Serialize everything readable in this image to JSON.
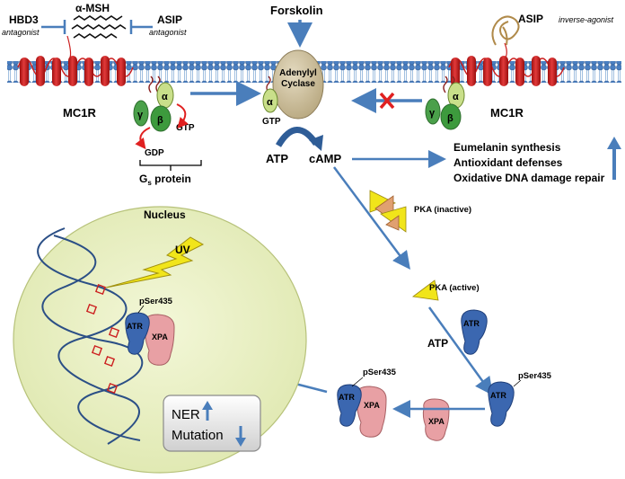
{
  "ligands": {
    "hbd3": "HBD3",
    "hbd3_role": "antagonist",
    "alpha_msh": "α-MSH",
    "asip_left": "ASIP",
    "asip_left_role": "antagonist",
    "asip_right": "ASIP",
    "asip_right_role": "inverse-agonist"
  },
  "membrane": {
    "forskolin": "Forskolin",
    "adenylyl_cyclase_line1": "Adenylyl",
    "adenylyl_cyclase_line2": "Cyclase",
    "mc1r_left": "MC1R",
    "mc1r_right": "MC1R",
    "alpha_left": "α",
    "beta_left": "β",
    "gamma_left": "γ",
    "alpha_ac": "α",
    "alpha_right": "α",
    "beta_right": "β",
    "gamma_right": "γ",
    "gtp_left": "GTP",
    "gtp_ac": "GTP",
    "gdp": "GDP",
    "gs_protein_main": "G",
    "gs_protein_sub": "s",
    "gs_protein_rest": " protein"
  },
  "signaling": {
    "atp": "ATP",
    "camp": "cAMP",
    "outcome_1": "Eumelanin synthesis",
    "outcome_2": "Antioxidant defenses",
    "outcome_3": "Oxidative DNA damage repair",
    "pka_inactive": "PKA (inactive)",
    "pka_active": "PKA (active)",
    "atp_2": "ATP",
    "atr_free": "ATR",
    "atr_phos": "ATR",
    "pser435_phos": "pSer435",
    "xpa_free": "XPA",
    "atr_complex_out": "ATR",
    "xpa_complex_out": "XPA",
    "pser435_out": "pSer435"
  },
  "nucleus": {
    "title": "Nucleus",
    "uv": "UV",
    "pser435": "pSer435",
    "atr": "ATR",
    "xpa": "XPA",
    "ner": "NER",
    "mutation": "Mutation"
  },
  "colors": {
    "membrane_head": "#4a7fc1",
    "receptor": "#cc1f1f",
    "arrow_blue": "#4a7ebb",
    "nucleus_fill": "#e9f0c4",
    "atr_blue": "#3b67b0",
    "xpa_pink": "#e8a0a4",
    "gs_green": "#3d9a3d",
    "ac_tan": "#cdbf98",
    "pka_yellow": "#f1e51a",
    "block_red": "#e02020"
  }
}
